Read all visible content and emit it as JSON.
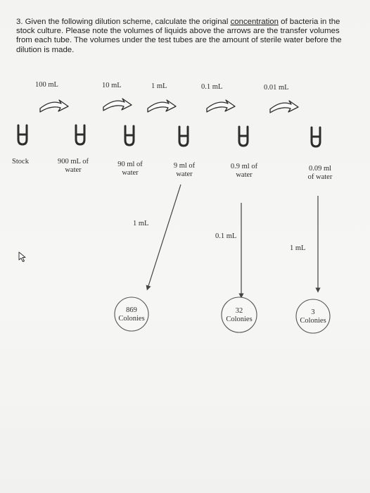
{
  "question": {
    "number": "3.",
    "text_before": "Given the following dilution scheme, calculate the original",
    "underlined": "concentration",
    "text_after": "of bacteria in the stock culture. Please note the volumes of liquids above the arrows are the transfer volumes from each tube. The volumes under the test tubes are the amount of sterile water before the dilution is made."
  },
  "transfers": [
    "100 mL",
    "10 mL",
    "1 mL",
    "0.1 mL",
    "0.01 mL"
  ],
  "tubes": [
    {
      "name": "Stock",
      "line1": "Stock",
      "line2": ""
    },
    {
      "name": "tube-1",
      "line1": "900 mL of",
      "line2": "water"
    },
    {
      "name": "tube-2",
      "line1": "90 ml of",
      "line2": "water"
    },
    {
      "name": "tube-3",
      "line1": "9 ml of",
      "line2": "water"
    },
    {
      "name": "tube-4",
      "line1": "0.9 ml of",
      "line2": "water"
    },
    {
      "name": "tube-5",
      "line1": "0.09 ml",
      "line2": "of water"
    }
  ],
  "plating": [
    {
      "volume": "1 mL",
      "count": "869",
      "unit": "Colonies"
    },
    {
      "volume": "0.1 mL",
      "count": "32",
      "unit": "Colonies"
    },
    {
      "volume": "1 mL",
      "count": "3",
      "unit": "Colonies"
    }
  ],
  "colors": {
    "ink": "#2d2d2d",
    "text": "#232323",
    "background": "#f4f4f2"
  }
}
